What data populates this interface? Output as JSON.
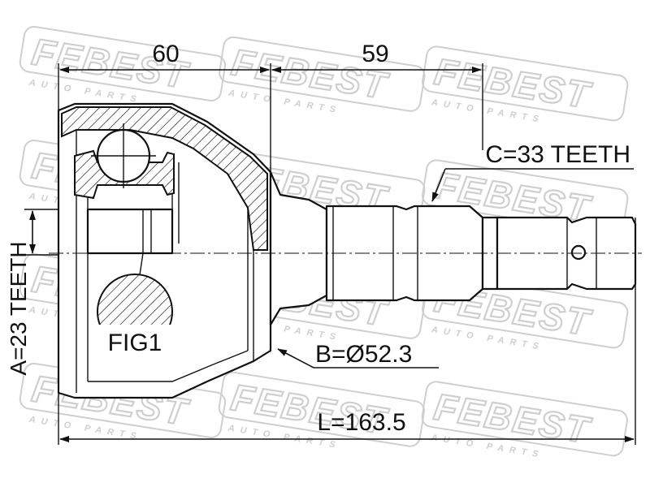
{
  "watermark": {
    "brand": "FEBEST",
    "sub": "AUTO PARTS"
  },
  "dimensions": {
    "housing_length": "60",
    "shaft_length": "59",
    "inner_spline": "A=23 TEETH",
    "outer_spline": "C=33 TEETH",
    "diameter": "B=Ø52.3",
    "total_length": "L=163.5"
  },
  "callouts": {
    "detail": "FIG1"
  },
  "colors": {
    "line": "#111111",
    "watermark": "#cfcfcf"
  }
}
